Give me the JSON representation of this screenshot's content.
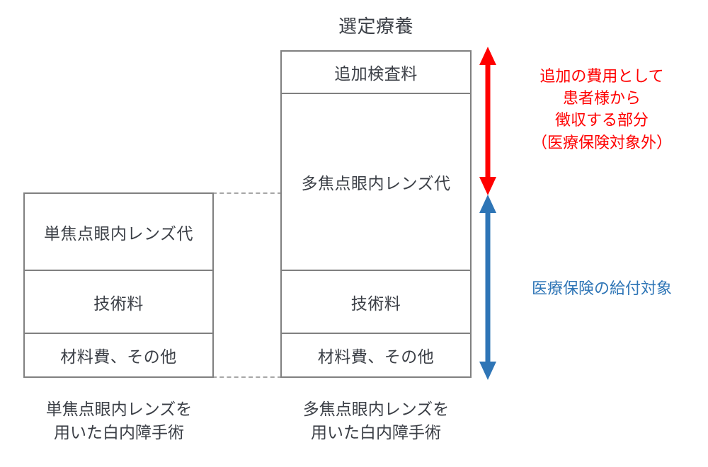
{
  "diagram": {
    "title_right": "選定療養",
    "left_column": {
      "caption_lines": [
        "単焦点眼内レンズを",
        "用いた白内障手術"
      ],
      "segments": [
        {
          "label": "単焦点眼内レンズ代"
        },
        {
          "label": "技術料"
        },
        {
          "label": "材料費、その他"
        }
      ]
    },
    "right_column": {
      "caption_lines": [
        "多焦点眼内レンズを",
        "用いた白内障手術"
      ],
      "segments": [
        {
          "label": "追加検査料"
        },
        {
          "label": "多焦点眼内レンズ代"
        },
        {
          "label": "技術料"
        },
        {
          "label": "材料費、その他"
        }
      ]
    },
    "annotations": {
      "red": {
        "lines": [
          "追加の費用として",
          "患者様から",
          "徴収する部分",
          "（医療保険対象外）"
        ],
        "color": "#ff0000",
        "arrow": "double-headed-vertical-arrow-red"
      },
      "blue": {
        "lines": [
          "医療保険の給付対象"
        ],
        "color": "#2e75b6",
        "arrow": "double-headed-vertical-arrow-blue"
      }
    },
    "colors": {
      "box_border": "#808080",
      "text": "#3b3f46",
      "dashed_connector": "#a6a6a6",
      "red_accent": "#ff0000",
      "blue_accent": "#2e75b6",
      "background": "#ffffff"
    }
  }
}
